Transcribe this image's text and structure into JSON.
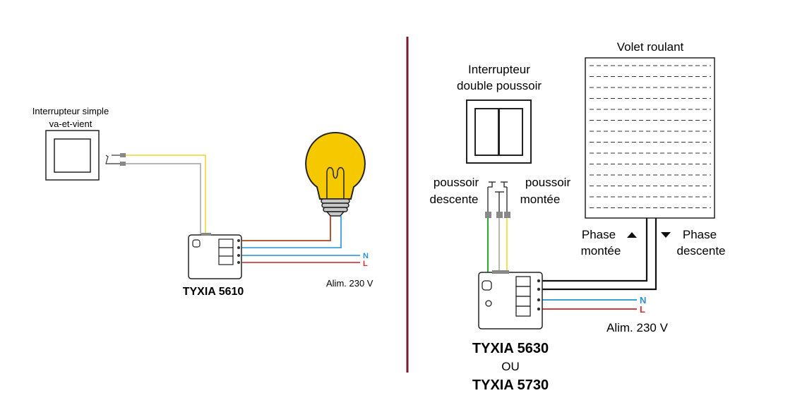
{
  "left": {
    "switch_label_line1": "Interrupteur simple",
    "switch_label_line2": "va-et-vient",
    "module_name": "TYXIA 5610",
    "neutral_label": "N",
    "live_label": "L",
    "supply_label": "Alim. 230 V"
  },
  "right": {
    "switch_label_line1": "Interrupteur",
    "switch_label_line2": "double poussoir",
    "push_down_line1": "poussoir",
    "push_down_line2": "descente",
    "push_up_line1": "poussoir",
    "push_up_line2": "montée",
    "shutter_label": "Volet roulant",
    "phase_up_line1": "Phase",
    "phase_up_line2": "montée",
    "phase_down_line1": "Phase",
    "phase_down_line2": "descente",
    "neutral_label": "N",
    "live_label": "L",
    "supply_label": "Alim. 230 V",
    "module_name_1": "TYXIA 5630",
    "module_or": "OU",
    "module_name_2": "TYXIA 5730"
  },
  "colors": {
    "divider": "#7a1a2e",
    "wire_yellow": "#f0e060",
    "wire_grey": "#b8b8b8",
    "wire_blue": "#3aa0d8",
    "wire_red": "#d04040",
    "wire_brown": "#b04020",
    "wire_green": "#3aa040",
    "bulb": "#f5c800",
    "neutral_text": "#2a90d0",
    "live_text": "#d03030"
  }
}
